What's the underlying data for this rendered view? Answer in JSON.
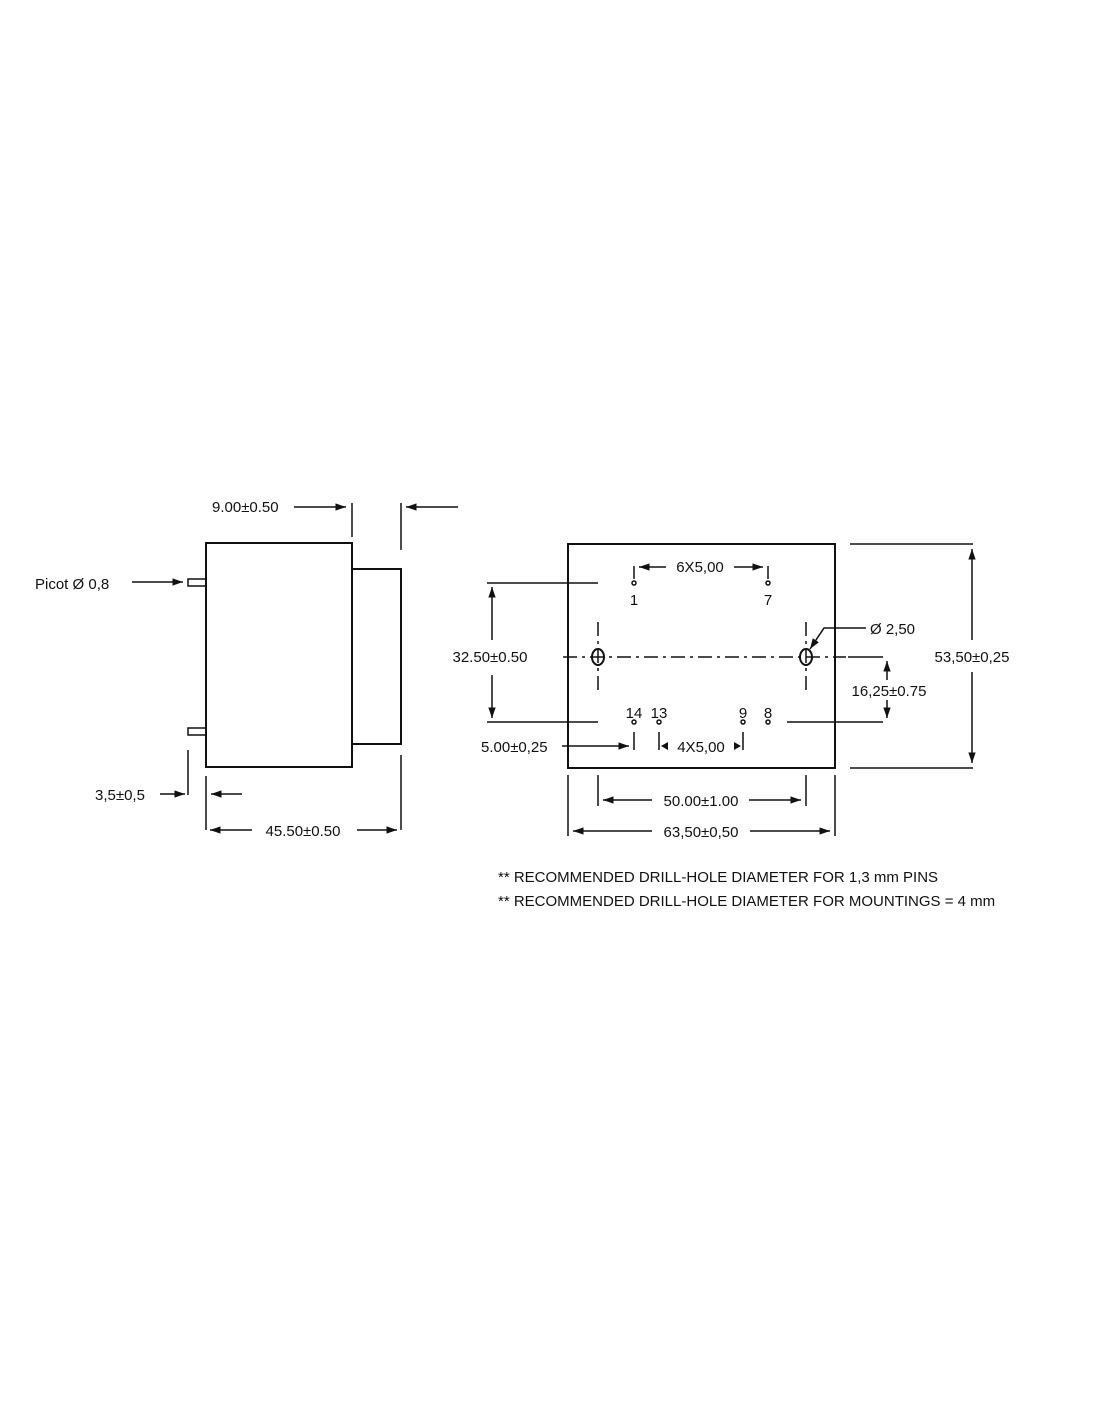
{
  "side_view": {
    "width_dim": "9.00±0.50",
    "pin_label": "Picot Ø 0,8",
    "pin_length_dim": "3,5±0,5",
    "depth_dim": "45.50±0.50"
  },
  "top_view": {
    "top_pin_pitch": "6X5,00",
    "bottom_pin_pitch": "4X5,00",
    "row_spacing": "32.50±0.50",
    "hole_diameter": "Ø 2,50",
    "hole_offset": "16,25±0.75",
    "height_dim": "53,50±0,25",
    "pin_offset": "5.00±0,25",
    "hole_spacing": "50.00±1.00",
    "width_dim": "63,50±0,50",
    "pins": {
      "p1": "1",
      "p7": "7",
      "p14": "14",
      "p13": "13",
      "p9": "9",
      "p8": "8"
    }
  },
  "notes": [
    "** RECOMMENDED DRILL-HOLE DIAMETER FOR 1,3 mm PINS",
    "** RECOMMENDED DRILL-HOLE DIAMETER FOR MOUNTINGS = 4 mm"
  ]
}
